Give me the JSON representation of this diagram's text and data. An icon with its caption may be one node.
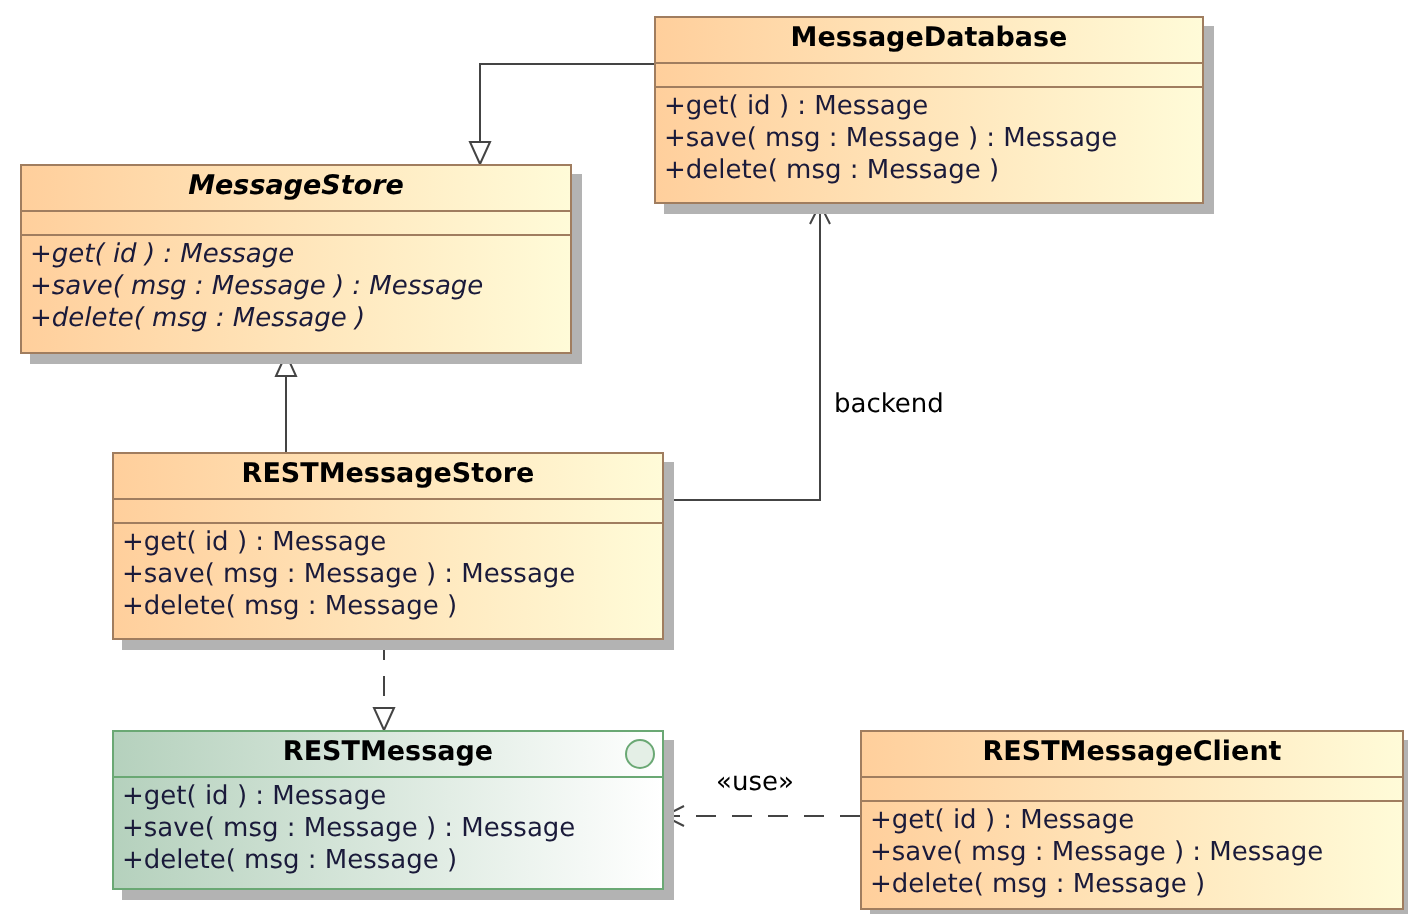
{
  "diagram": {
    "nodes": [
      {
        "text": [
          "MessageDatabase",
          "+get( id ) : Message",
          "+save( msg : Message ) : Message",
          "+delete( msg : Message )"
        ]
      },
      {
        "text": [
          "MessageStore",
          "+get( id ) : Message",
          "+save( msg : Message ) : Message",
          "+delete( msg : Message )"
        ]
      },
      {
        "text": [
          "RESTMessageStore",
          "+get( id ) : Message",
          "+save( msg : Message ) : Message",
          "+delete( msg : Message )"
        ]
      },
      {
        "text": [
          "RESTMessage",
          "+get( id ) : Message",
          "+save( msg : Message ) : Message",
          "+delete( msg : Message )"
        ]
      },
      {
        "text": [
          "RESTMessageClient",
          "+get( id ) : Message",
          "+save( msg : Message ) : Message",
          "+delete( msg : Message )"
        ]
      }
    ],
    "edges": [
      {
        "from": 0,
        "to": 1,
        "arrow": "to"
      },
      {
        "from": 2,
        "to": 1,
        "arrow": "to"
      },
      {
        "from": 2,
        "to": 0,
        "arrow": "to",
        "label": "backend"
      },
      {
        "from": 2,
        "to": 3,
        "arrow": "to",
        "style": "dashed"
      },
      {
        "from": 4,
        "to": 3,
        "arrow": "to",
        "style": "dashed",
        "label": "«use»"
      }
    ]
  }
}
